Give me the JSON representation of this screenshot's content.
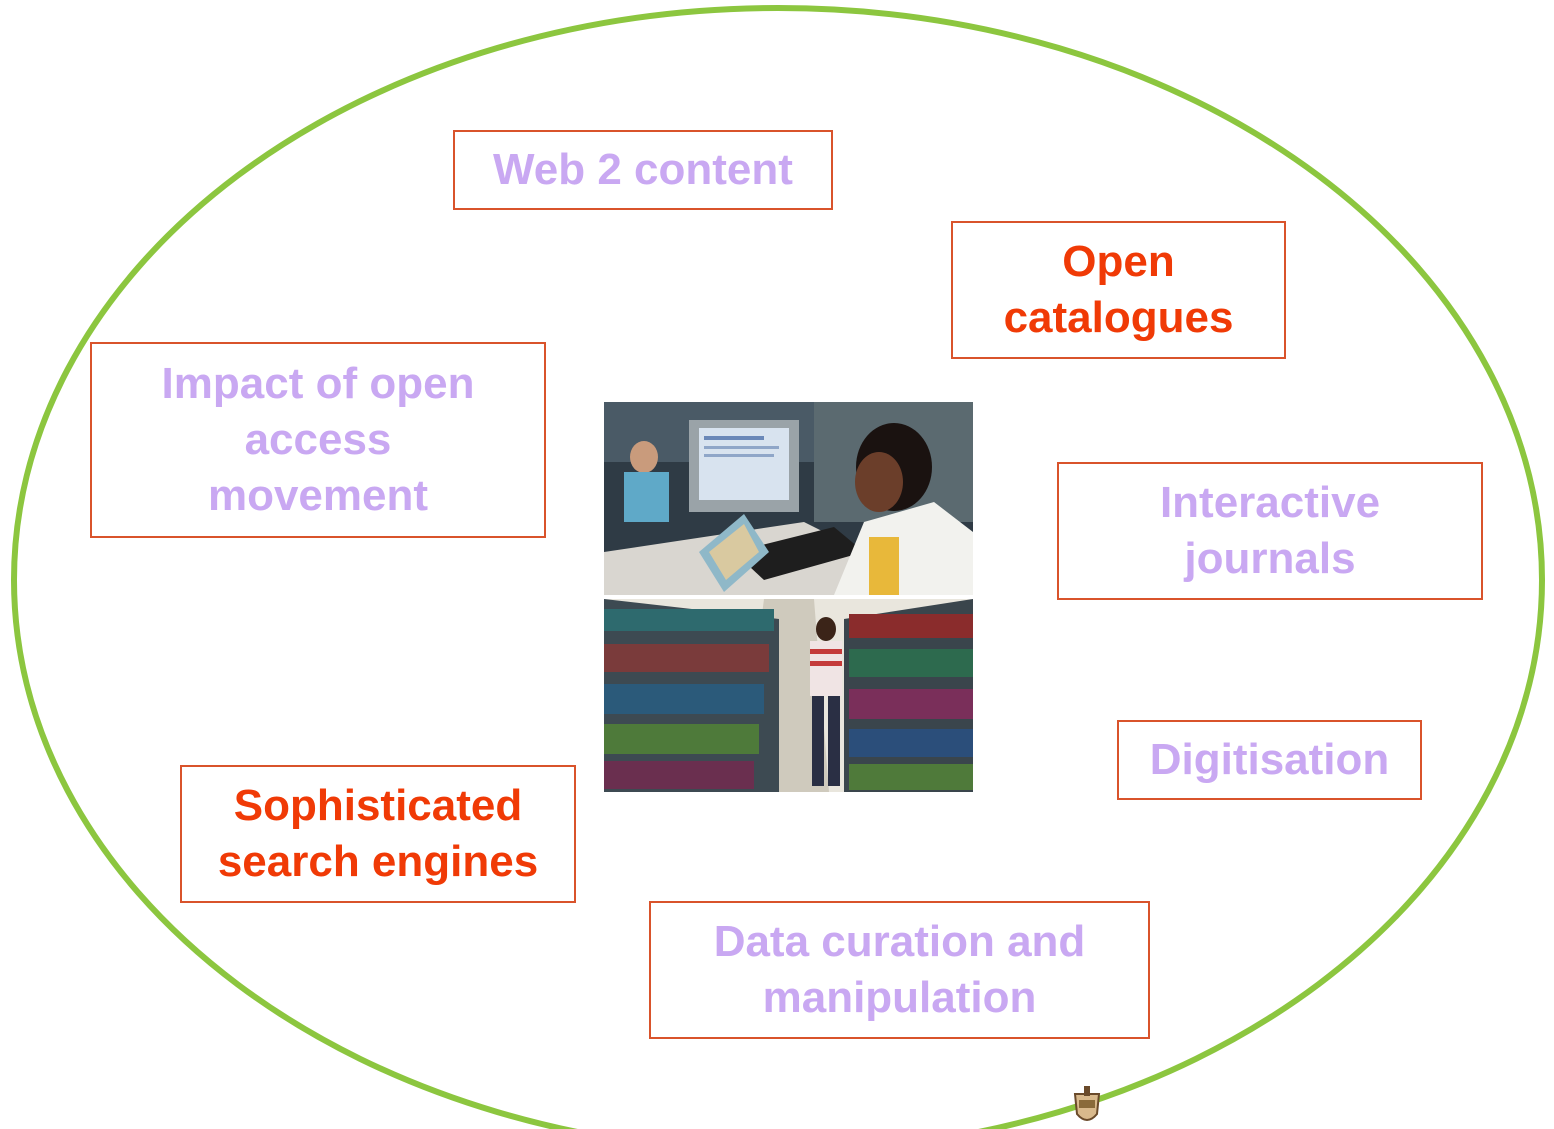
{
  "colors": {
    "oval_stroke": "#8cc63f",
    "box_border": "#d9532b",
    "muted_text": "#c9a8f2",
    "highlight_text": "#f03a06"
  },
  "items": {
    "web2": {
      "label": "Web 2 content",
      "style": "muted"
    },
    "open_catalogues": {
      "label": "Open catalogues",
      "style": "highlight"
    },
    "impact_open_access": {
      "label": "Impact of open access movement",
      "style": "muted"
    },
    "interactive_journals": {
      "label": "Interactive journals",
      "style": "muted"
    },
    "digitisation": {
      "label": "Digitisation",
      "style": "muted"
    },
    "search_engines": {
      "label": "Sophisticated search engines",
      "style": "highlight"
    },
    "data_curation": {
      "label": "Data curation and manipulation",
      "style": "muted"
    }
  },
  "images": {
    "top_photo": "student reading at computer photo",
    "bottom_photo": "student in library stacks photo",
    "logo": "university crest logo"
  }
}
